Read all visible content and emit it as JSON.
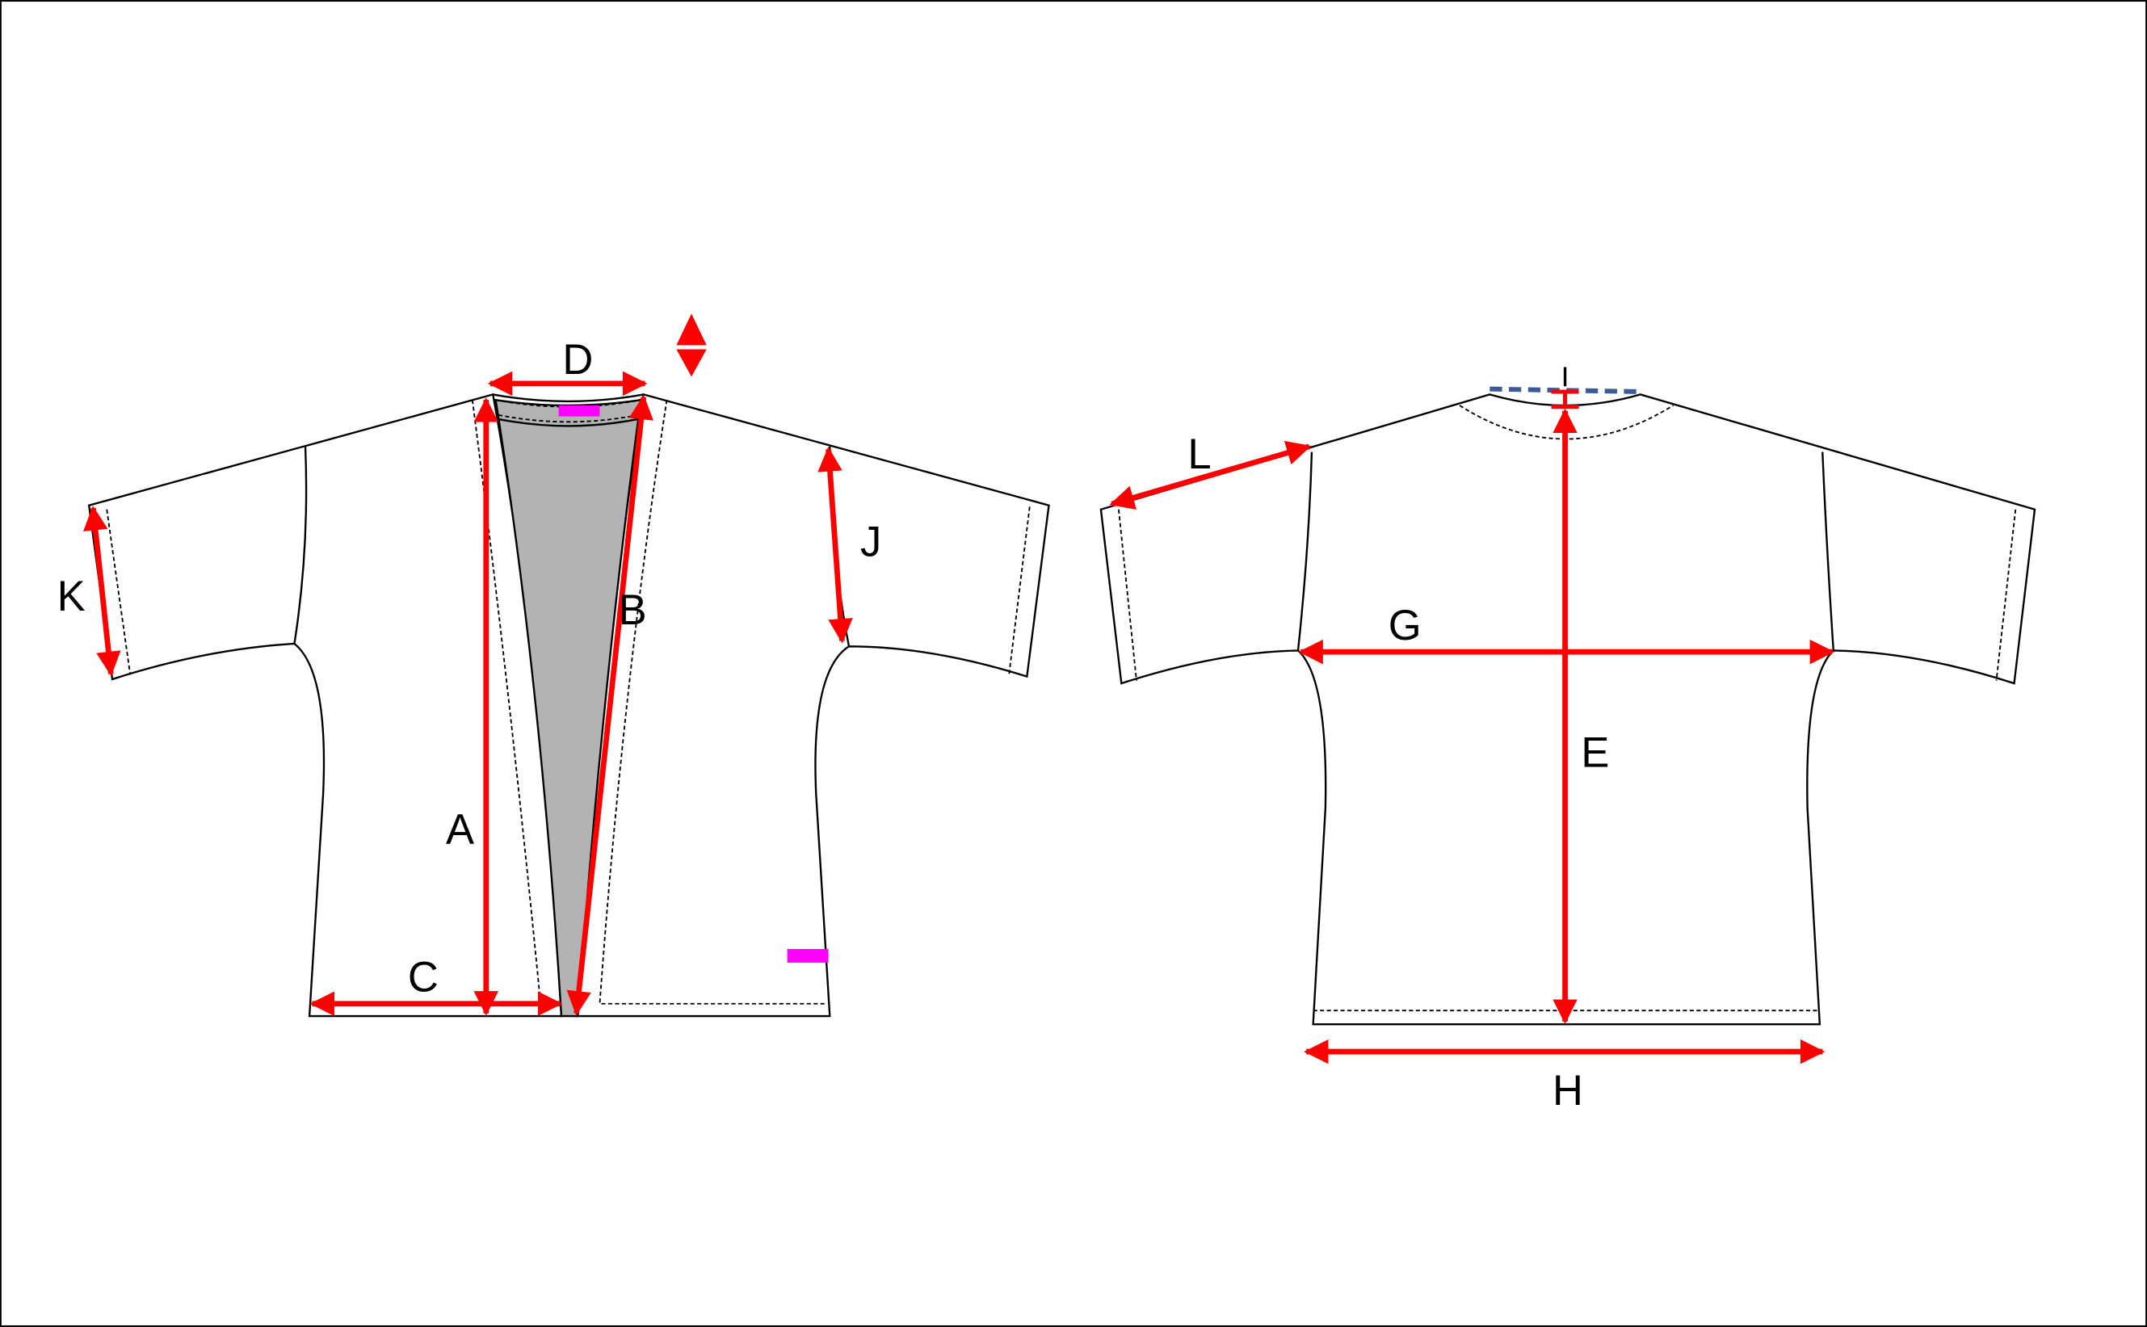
{
  "title": "Garment measurement diagram",
  "colors": {
    "arrow": "#ff0000",
    "marker": "#ff00ff",
    "panel": "#b3b3b3",
    "neck_guide": "#3a5a9a"
  },
  "front_view": {
    "labels": {
      "A": "A",
      "B": "B",
      "C": "C",
      "D": "D",
      "J": "J",
      "K": "K"
    }
  },
  "back_view": {
    "labels": {
      "E": "E",
      "G": "G",
      "H": "H",
      "I": "I",
      "L": "L"
    }
  }
}
